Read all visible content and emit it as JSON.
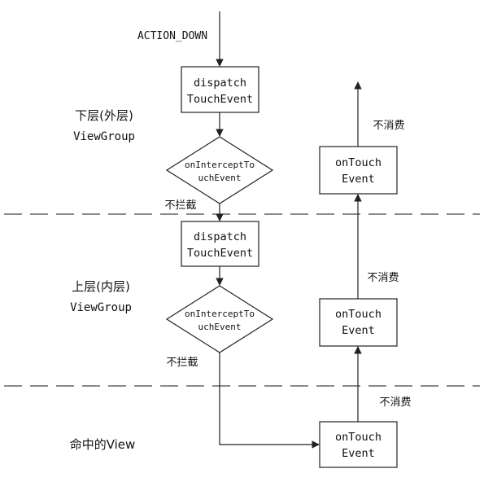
{
  "entry_label": "ACTION_DOWN",
  "layers": {
    "outer": {
      "name": "下层(外层)",
      "type": "ViewGroup"
    },
    "inner": {
      "name": "上层(内层)",
      "type": "ViewGroup"
    },
    "view": {
      "name": "命中的View"
    }
  },
  "nodes": {
    "outer_dispatch": [
      "dispatch",
      "TouchEvent"
    ],
    "outer_intercept": [
      "onInterceptTo",
      "uchEvent"
    ],
    "inner_dispatch": [
      "dispatch",
      "TouchEvent"
    ],
    "inner_intercept": [
      "onInterceptTo",
      "uchEvent"
    ],
    "outer_ontouch": [
      "onTouch",
      "Event"
    ],
    "inner_ontouch": [
      "onTouch",
      "Event"
    ],
    "view_ontouch": [
      "onTouch",
      "Event"
    ]
  },
  "edge_labels": {
    "outer_not_intercept": "不拦截",
    "inner_not_intercept": "不拦截",
    "view_not_consume": "不消费",
    "inner_not_consume": "不消费",
    "outer_not_consume": "不消费"
  }
}
